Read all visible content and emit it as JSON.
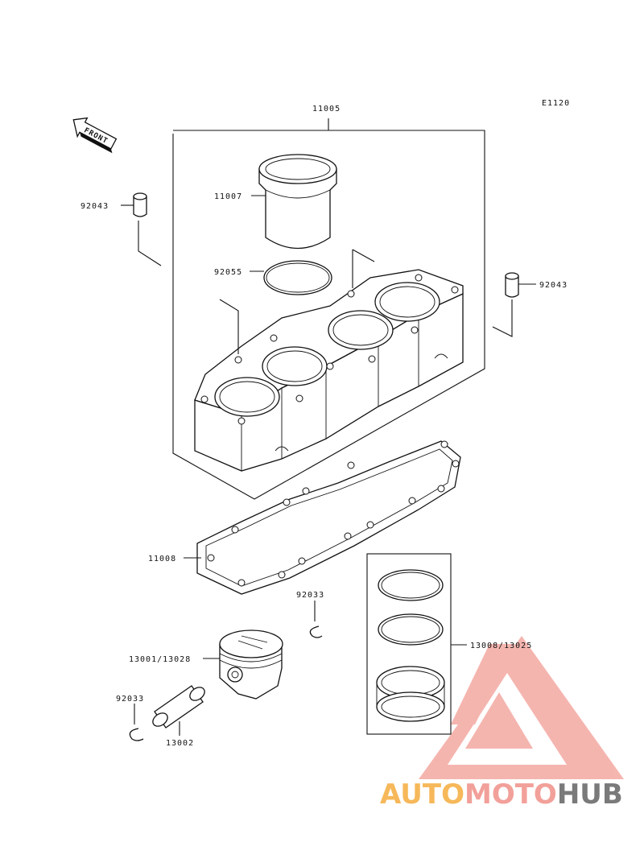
{
  "diagram_code": "E1120",
  "front_label": "FRONT",
  "parts": {
    "cylinder_assy": "11005",
    "sleeve": "11007",
    "o_ring": "92055",
    "dowel_left": "92043",
    "dowel_right": "92043",
    "base_gasket": "11008",
    "circlip_upper": "92033",
    "piston": "13001/13028",
    "circlip_lower": "92033",
    "piston_pin": "13002",
    "ring_set": "13008/13025"
  },
  "watermark": {
    "part1": "AUTO",
    "part2": "MOTO",
    "part3": "HUB",
    "color_main": "#f2a09a",
    "color_orange": "#f6b85a",
    "color_hub": "#7a7a7a"
  }
}
